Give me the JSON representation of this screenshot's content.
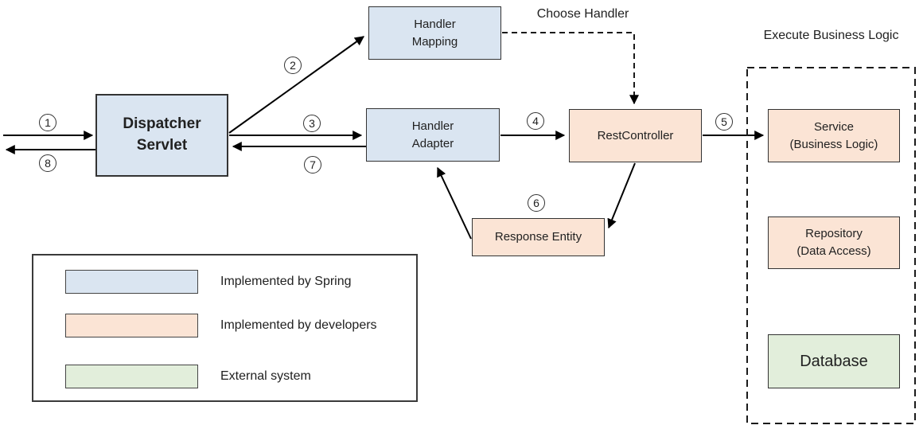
{
  "colors": {
    "spring": "#dae5f1",
    "developer": "#fbe4d5",
    "external": "#e2eedb"
  },
  "nodes": {
    "dispatcher_servlet": {
      "label": "Dispatcher\nServlet",
      "type": "spring"
    },
    "handler_mapping": {
      "label": "Handler\nMapping",
      "type": "spring"
    },
    "handler_adapter": {
      "label": "Handler\nAdapter",
      "type": "spring"
    },
    "rest_controller": {
      "label": "RestController",
      "type": "developer"
    },
    "response_entity": {
      "label": "Response Entity",
      "type": "developer"
    },
    "service": {
      "label": "Service\n(Business Logic)",
      "type": "developer"
    },
    "repository": {
      "label": "Repository\n(Data Access)",
      "type": "developer"
    },
    "database": {
      "label": "Database",
      "type": "external"
    }
  },
  "annotations": {
    "choose_handler": "Choose Handler",
    "execute_business_logic": "Execute Business Logic"
  },
  "flow_steps": [
    "1",
    "2",
    "3",
    "4",
    "5",
    "6",
    "7",
    "8"
  ],
  "legend": {
    "items": [
      {
        "label": "Implemented by Spring",
        "color_key": "spring"
      },
      {
        "label": "Implemented by developers",
        "color_key": "developer"
      },
      {
        "label": "External system",
        "color_key": "external"
      }
    ]
  }
}
